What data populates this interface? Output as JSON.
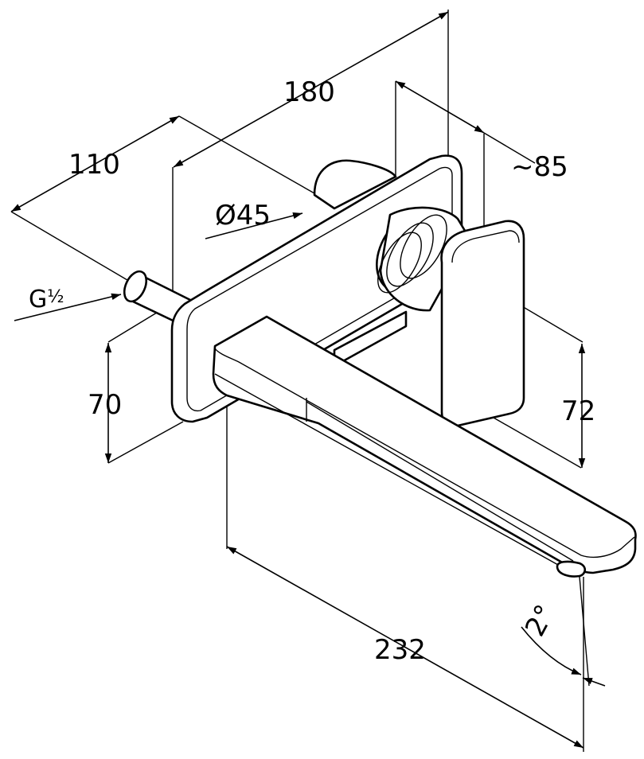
{
  "drawing": {
    "dimensions": {
      "width_180": "180",
      "width_110": "110",
      "depth_85": "~85",
      "diameter": "Ø45",
      "thread_prefix": "G",
      "thread_fraction": "½",
      "height_70": "70",
      "height_72": "72",
      "length_232": "232",
      "angle": "2°"
    },
    "colors": {
      "stroke": "#000000",
      "background": "#ffffff"
    }
  }
}
